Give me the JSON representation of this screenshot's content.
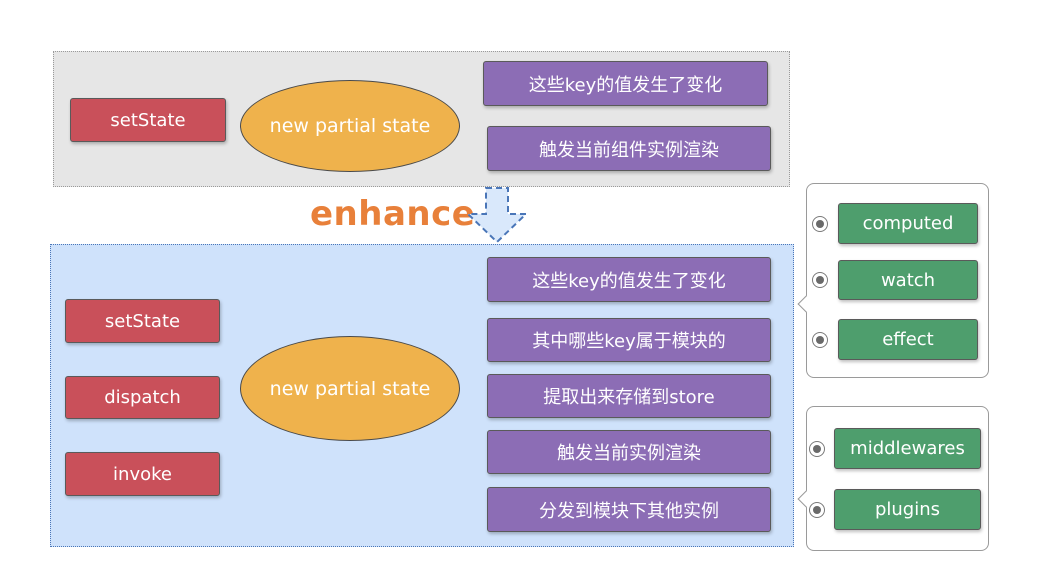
{
  "top": {
    "trigger": "setState",
    "state": "new partial state",
    "results": [
      "这些key的值发生了变化",
      "触发当前组件实例渲染"
    ]
  },
  "enhance_label": "enhance",
  "bottom": {
    "triggers": [
      "setState",
      "dispatch",
      "invoke"
    ],
    "state": "new partial state",
    "results": [
      "这些key的值发生了变化",
      "其中哪些key属于模块的",
      "提取出来存储到store",
      "触发当前实例渲染",
      "分发到模块下其他实例"
    ]
  },
  "callout_features": [
    "computed",
    "watch",
    "effect"
  ],
  "callout_extensions": [
    "middlewares",
    "plugins"
  ],
  "colors": {
    "red": "#c9505a",
    "purple": "#8c6db5",
    "green": "#4e9e6d",
    "orange": "#efb24c",
    "enhance": "#e8803a",
    "bottom_panel": "#cfe2fb",
    "top_panel": "#e6e6e6"
  }
}
